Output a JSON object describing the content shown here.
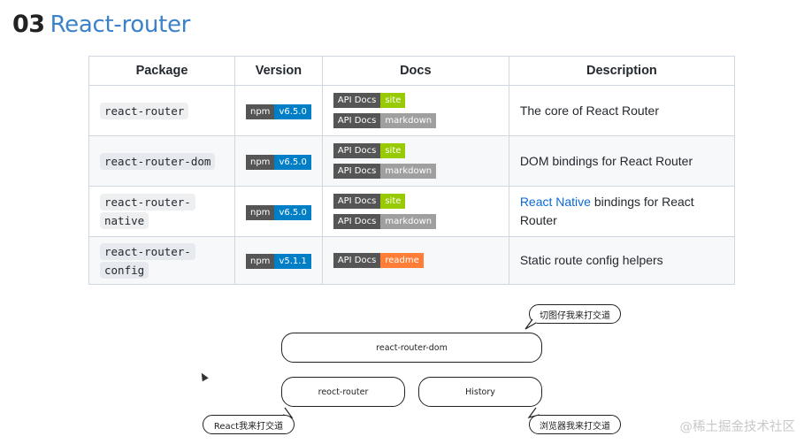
{
  "heading": {
    "number": "03",
    "title": "React-router"
  },
  "table": {
    "headers": [
      "Package",
      "Version",
      "Docs",
      "Description"
    ],
    "rows": [
      {
        "package_line1": "react-router",
        "package_line2": "",
        "npm_label": "npm",
        "version": "v6.5.0",
        "docs": [
          {
            "label": "API Docs",
            "kind": "site"
          },
          {
            "label": "API Docs",
            "kind": "markdown"
          }
        ],
        "desc_link": "",
        "description": "The core of React Router"
      },
      {
        "package_line1": "react-router-dom",
        "package_line2": "",
        "npm_label": "npm",
        "version": "v6.5.0",
        "docs": [
          {
            "label": "API Docs",
            "kind": "site"
          },
          {
            "label": "API Docs",
            "kind": "markdown"
          }
        ],
        "desc_link": "",
        "description": "DOM bindings for React Router"
      },
      {
        "package_line1": "react-router-",
        "package_line2": "native",
        "npm_label": "npm",
        "version": "v6.5.0",
        "docs": [
          {
            "label": "API Docs",
            "kind": "site"
          },
          {
            "label": "API Docs",
            "kind": "markdown"
          }
        ],
        "desc_link": "React Native",
        "description": " bindings for React Router"
      },
      {
        "package_line1": "react-router-",
        "package_line2": "config",
        "npm_label": "npm",
        "version": "v5.1.1",
        "docs": [
          {
            "label": "API Docs",
            "kind": "readme"
          }
        ],
        "desc_link": "",
        "description": "Static route config helpers"
      }
    ]
  },
  "colors": {
    "accent": "#3b82c9",
    "badge_blue": "#007ec6",
    "badge_green": "#97ca00",
    "badge_gray": "#9f9f9f",
    "badge_orange": "#fe7d37",
    "link": "#0969da"
  },
  "diagram": {
    "top_box": "react-router-dom",
    "left_box": "reoct-router",
    "right_box": "History",
    "bubble_top_right": "切图仔我来打交道",
    "bubble_bottom_left": "React我来打交道",
    "bubble_bottom_right": "浏览器我来打交道"
  },
  "watermark": "@稀土掘金技术社区"
}
